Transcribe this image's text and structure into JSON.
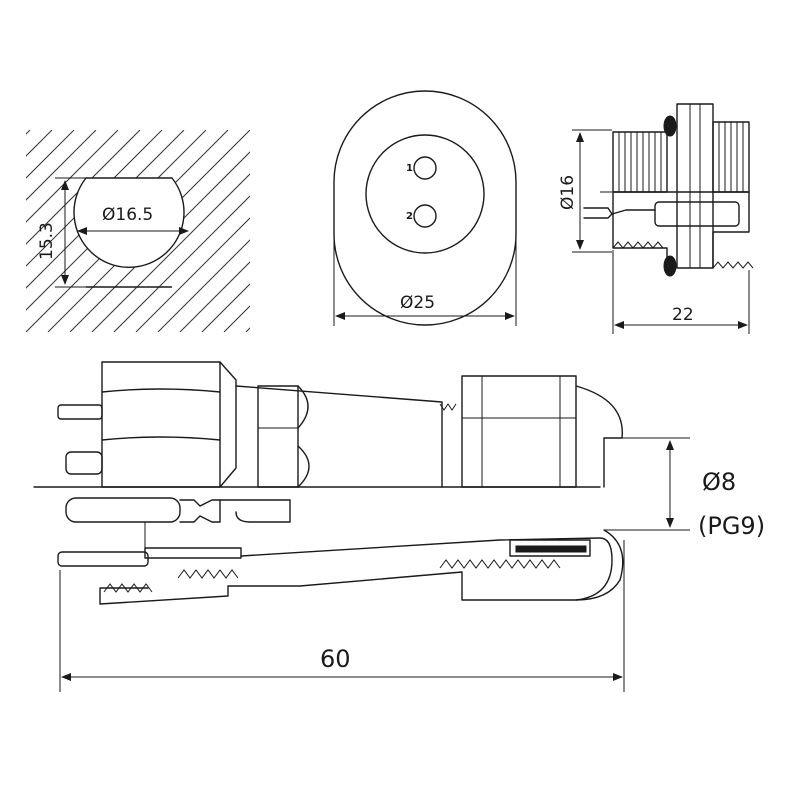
{
  "panel_cutout": {
    "diameter_label": "Ø16.5",
    "flat_label": "15.3"
  },
  "face_view": {
    "diameter_label": "Ø25",
    "pins": [
      "1",
      "2"
    ]
  },
  "side_view": {
    "thread_diameter_label": "Ø16",
    "length_label": "22"
  },
  "main_view": {
    "total_length_label": "60",
    "cable_diameter_label": "Ø8",
    "cable_gland_label": "(PG9)"
  },
  "colors": {
    "line": "#1a1a1a",
    "background": "#ffffff"
  }
}
